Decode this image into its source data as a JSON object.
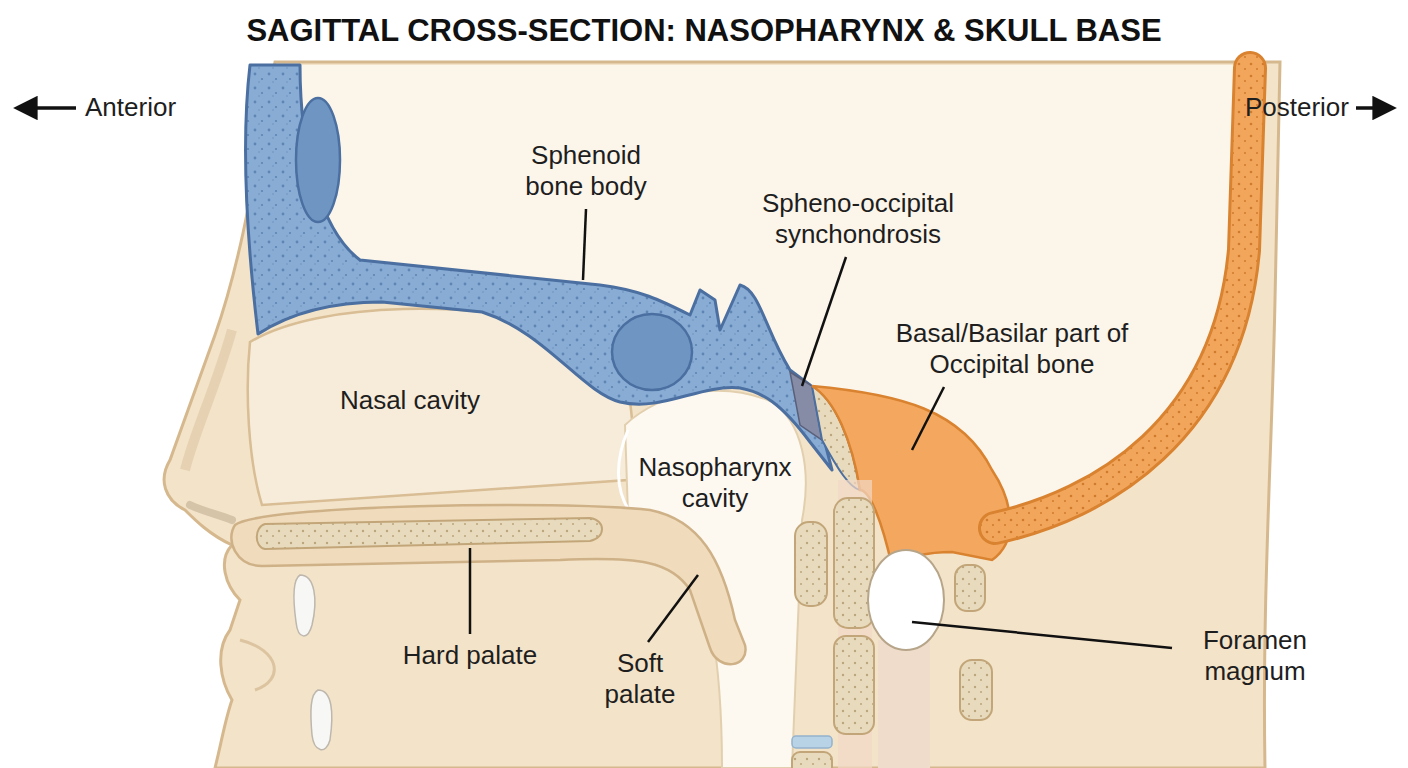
{
  "diagram": {
    "title": "SAGITTAL CROSS-SECTION: NASOPHARYNX & SKULL BASE",
    "labels": [
      "Anterior",
      "Posterior",
      "Sphenoid bone body",
      "Spheno-occipital synchondrosis",
      "Basal/Basilar part of Occipital bone",
      "Nasal cavity",
      "Nasopharynx cavity",
      "Hard palate",
      "Soft palate",
      "Foramen magnum"
    ]
  }
}
